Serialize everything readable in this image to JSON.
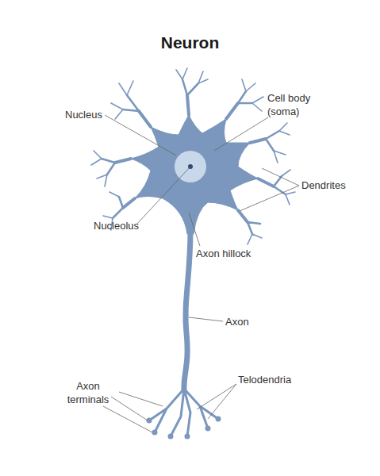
{
  "diagram": {
    "title": "Neuron",
    "labels": [
      "Nucleus",
      "Cell body (soma)",
      "Dendrites",
      "Nucleolus",
      "Axon hillock",
      "Axon",
      "Axon terminals",
      "Telodendria"
    ]
  }
}
